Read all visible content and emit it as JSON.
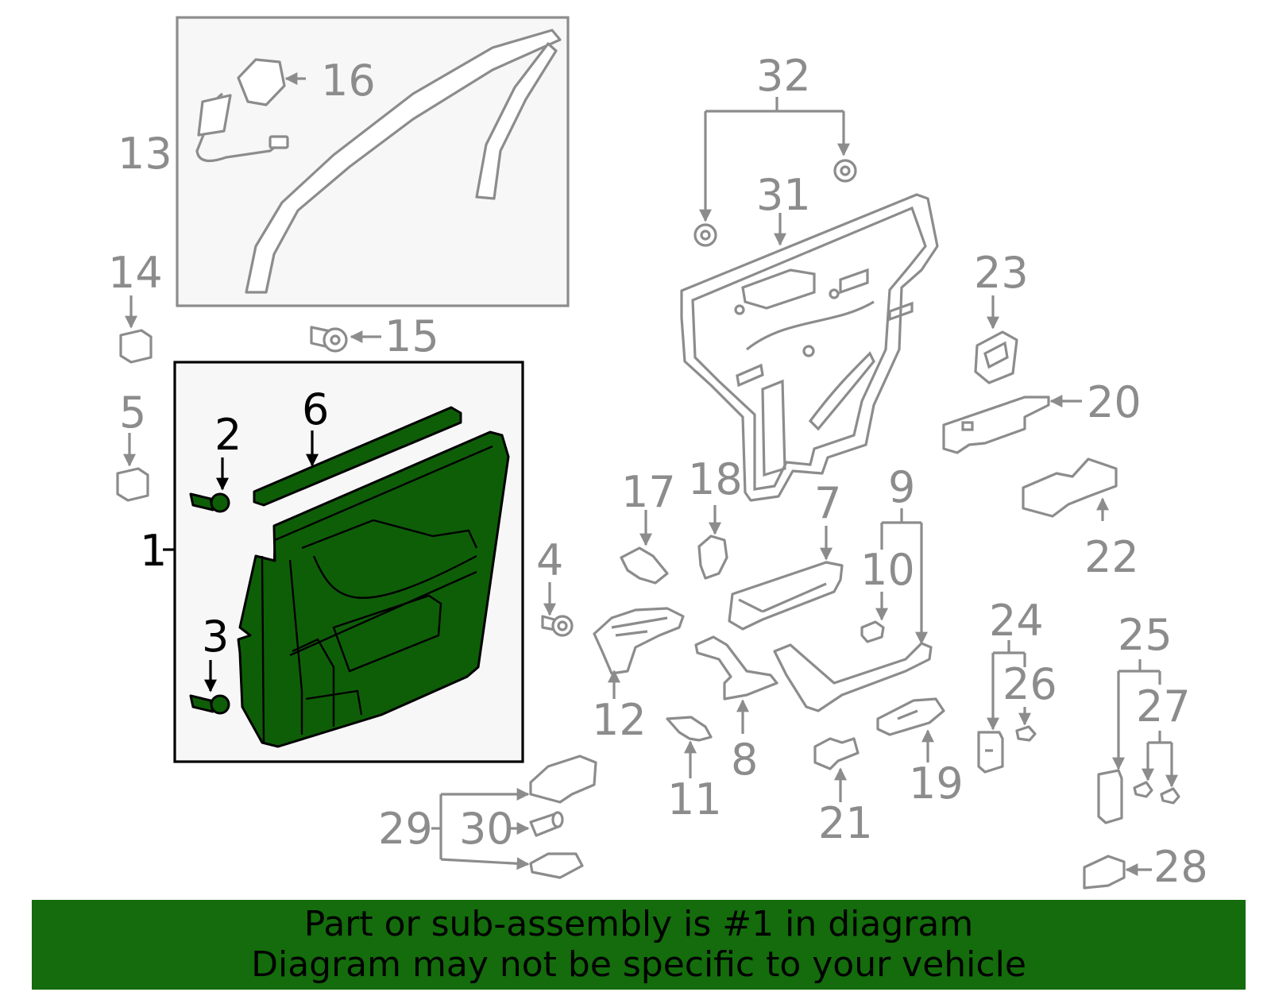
{
  "diagram": {
    "highlight_color": "#146c0c",
    "part_labels": {
      "p1": "1",
      "p2": "2",
      "p3": "3",
      "p4": "4",
      "p5": "5",
      "p6": "6",
      "p7": "7",
      "p8": "8",
      "p9": "9",
      "p10": "10",
      "p11": "11",
      "p12": "12",
      "p13": "13",
      "p14": "14",
      "p15": "15",
      "p16": "16",
      "p17": "17",
      "p18": "18",
      "p19": "19",
      "p20": "20",
      "p21": "21",
      "p22": "22",
      "p23": "23",
      "p24": "24",
      "p25": "25",
      "p26": "26",
      "p27": "27",
      "p28": "28",
      "p29": "29",
      "p30": "30",
      "p31": "31",
      "p32": "32"
    }
  },
  "banner": {
    "line1": "Part or sub-assembly is #1 in diagram",
    "line2": "Diagram may not be specific to your vehicle"
  }
}
